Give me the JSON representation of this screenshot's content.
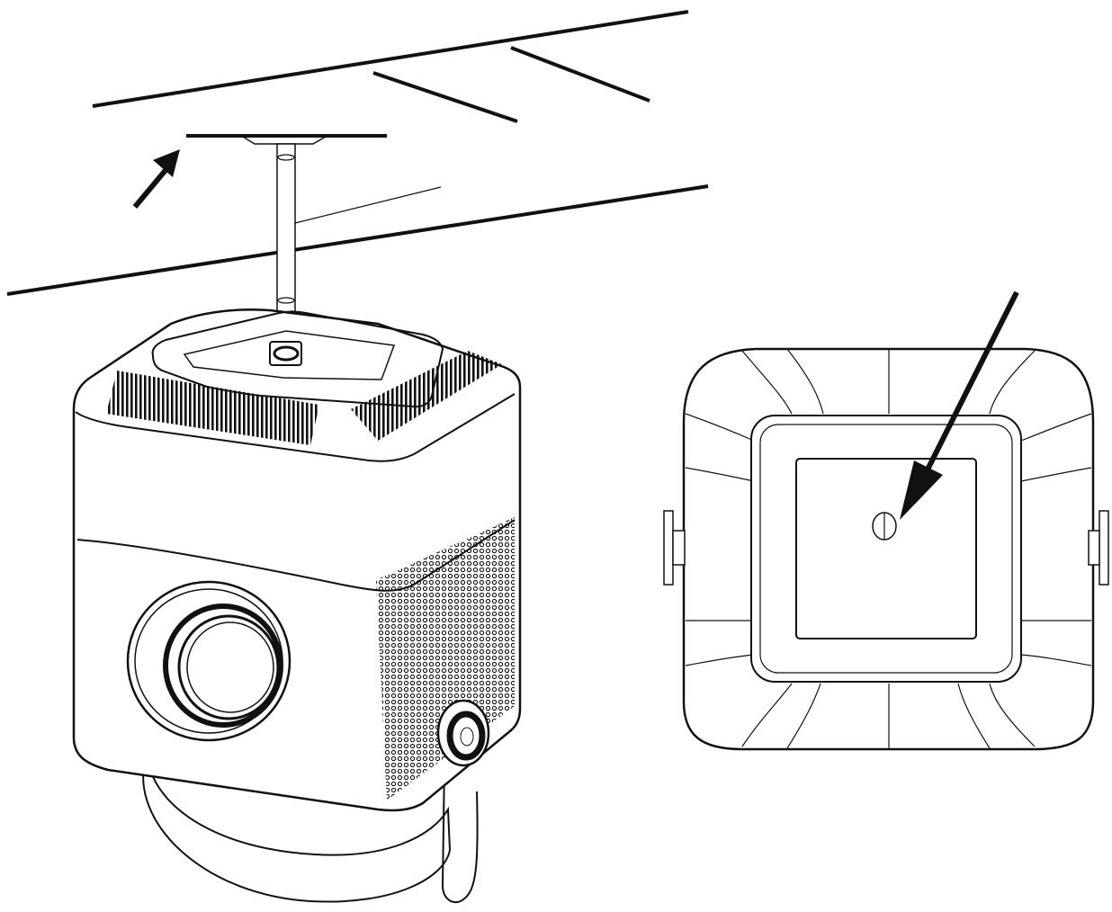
{
  "illustration": {
    "ink_color": "#111111",
    "background_color": "#ffffff",
    "left_view": {
      "subject": "projector",
      "icons": [
        "ceiling-plane",
        "ceiling-mount-pole",
        "mount-plate",
        "upward-arrow-icon",
        "projector-body",
        "lens",
        "speaker-grille",
        "top-vent",
        "side-vent",
        "stand-knob",
        "stand-base"
      ]
    },
    "right_view": {
      "subject": "projector-top-view",
      "icons": [
        "top-view-body",
        "mount-screw-hole",
        "pointer-arrow-icon",
        "side-knob-left",
        "side-knob-right"
      ]
    }
  }
}
